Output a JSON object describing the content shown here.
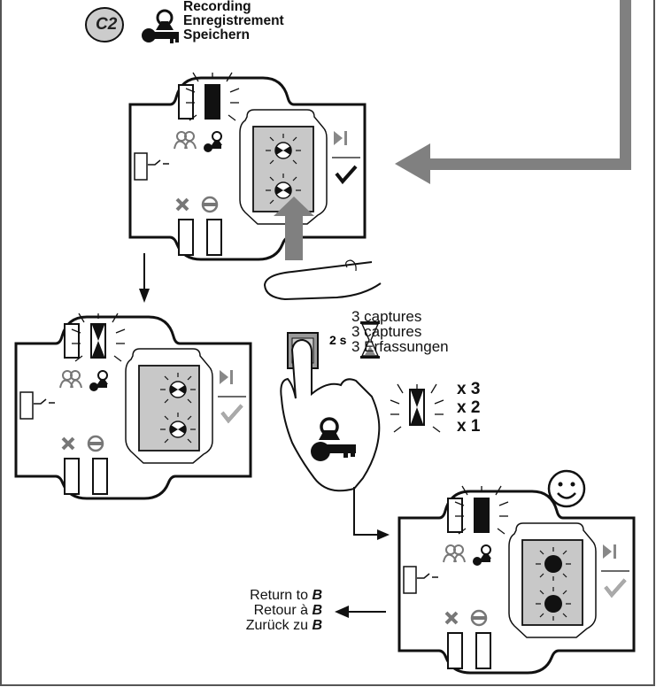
{
  "header": {
    "step_badge": "C2",
    "title_en": "Recording",
    "title_fr": "Enregistrement",
    "title_de": "Speichern",
    "key_icon": "key-icon"
  },
  "hold": {
    "duration": "2 s",
    "icon": "hourglass-icon",
    "captures": [
      "3 captures",
      "3 captures",
      "3 Erfassungen"
    ]
  },
  "flash_counts": [
    "x 3",
    "x 2",
    "x 1"
  ],
  "success_icon": "smiley-icon",
  "return": {
    "lines": [
      {
        "text": "Return to ",
        "target": "B"
      },
      {
        "text": "Retour à ",
        "target": "B"
      },
      {
        "text": "Zurück zu ",
        "target": "B"
      }
    ]
  },
  "colors": {
    "frame": "#555555",
    "arrow_grey": "#808080",
    "pad_grey": "#c8c8c8",
    "led_black": "#111111"
  }
}
